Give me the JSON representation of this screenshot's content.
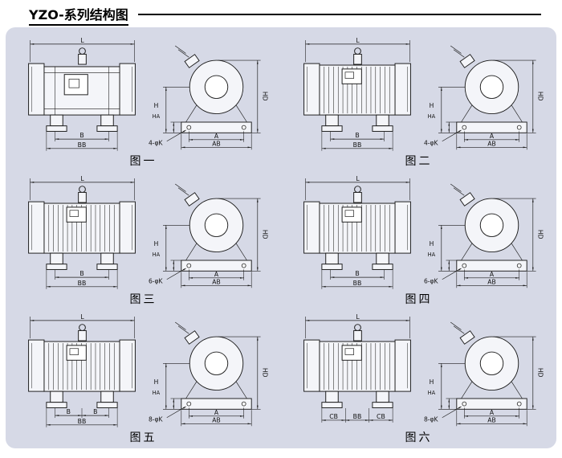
{
  "title": "YZO-系列结构图",
  "colors": {
    "board_bg": "#d6d9e6",
    "line": "#1c1c1c",
    "fill": "#f4f5f9",
    "text": "#111111"
  },
  "figures": [
    {
      "caption": "图一",
      "style": "plain",
      "side": {
        "length": "L",
        "bottom_dims": [
          [
            "B"
          ],
          [
            "BB"
          ]
        ]
      },
      "front": {
        "shaft_height": "H",
        "base_height": "HA",
        "total_height": "HD",
        "bolt_span": "A",
        "base_width": "AB",
        "holes": "4-φK"
      }
    },
    {
      "caption": "图二",
      "style": "finned",
      "side": {
        "length": "L",
        "bottom_dims": [
          [
            "B"
          ],
          [
            "BB"
          ]
        ]
      },
      "front": {
        "shaft_height": "H",
        "base_height": "HA",
        "total_height": "HD",
        "bolt_span": "A",
        "base_width": "AB",
        "holes": "4-φK"
      }
    },
    {
      "caption": "图三",
      "style": "finned",
      "side": {
        "length": "L",
        "bottom_dims": [
          [
            "B"
          ],
          [
            "BB"
          ]
        ]
      },
      "front": {
        "shaft_height": "H",
        "base_height": "HA",
        "total_height": "HD",
        "bolt_span": "A",
        "base_width": "AB",
        "holes": "6-φK"
      }
    },
    {
      "caption": "图四",
      "style": "finned",
      "side": {
        "length": "L",
        "bottom_dims": [
          [
            "B"
          ],
          [
            "BB"
          ]
        ]
      },
      "front": {
        "shaft_height": "H",
        "base_height": "HA",
        "total_height": "HD",
        "bolt_span": "A",
        "base_width": "AB",
        "holes": "6-φK"
      }
    },
    {
      "caption": "图五",
      "style": "finned",
      "side": {
        "length": "L",
        "bottom_dims": [
          [
            "B",
            "B"
          ],
          [
            "BB"
          ]
        ]
      },
      "front": {
        "shaft_height": "H",
        "base_height": "HA",
        "total_height": "HD",
        "bolt_span": "A",
        "base_width": "AB",
        "holes": "8-φK"
      }
    },
    {
      "caption": "图六",
      "style": "finned",
      "side": {
        "length": "L",
        "bottom_dims": [
          [
            "CB",
            "BB",
            "CB"
          ]
        ]
      },
      "front": {
        "shaft_height": "H",
        "base_height": "HA",
        "total_height": "HD",
        "bolt_span": "A",
        "base_width": "AB",
        "holes": "8-φK"
      }
    }
  ]
}
